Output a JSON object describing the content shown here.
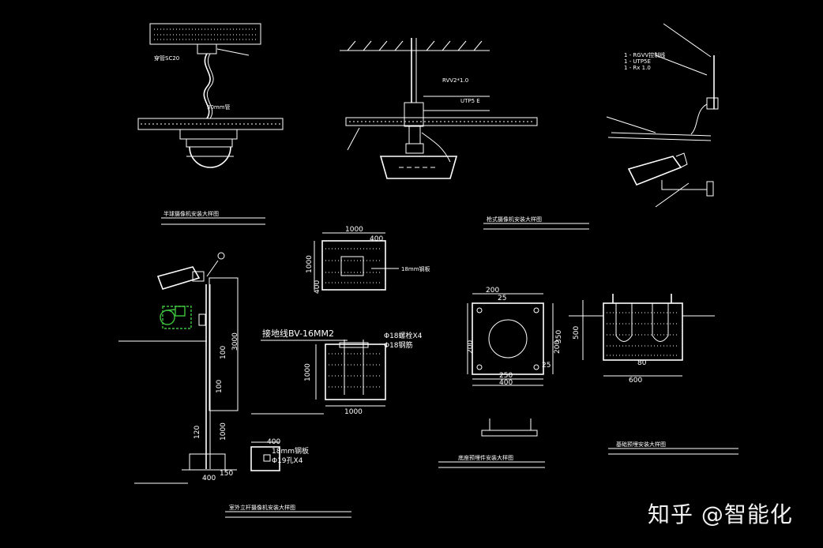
{
  "dims": {
    "d1000a": "1000",
    "d400a": "400",
    "d1000b": "1000",
    "d400b": "400",
    "d200a": "200",
    "d25a": "25",
    "d200b": "200",
    "d350": "350",
    "d25b": "25",
    "d250": "250",
    "d400c": "400",
    "d200c": "200",
    "d500": "500",
    "d80": "80",
    "d600": "600",
    "d3000": "3000",
    "d100a": "100",
    "d120": "120",
    "d1000c": "1000",
    "d150": "150",
    "d400d": "400",
    "d1000d": "1000",
    "d1000e": "1000",
    "d400e": "400",
    "d100b": "100"
  },
  "labels": {
    "sc20": "穿管SC20",
    "mm30": "30mm管",
    "rvv": "RVV2*1.0",
    "utp": "UTP5 E",
    "bv16": "接地线BV-16MM2",
    "bolt18": "Φ18螺栓X4",
    "rebar18": "Φ18钢筋",
    "plate18": "18mm钢板",
    "mm18": "18mm钢板",
    "hole19": "Φ19孔X4",
    "legend1": "1 - RGVV控制线",
    "legend2": "1 - UTP5E",
    "legend3": "1 - Rx 1.0"
  },
  "titles": {
    "t1": "半球摄像机安装大样图",
    "t2": "枪式摄像机安装大样图",
    "t3": "室外立杆摄像机安装大样图",
    "t4": "底座预埋件安装大样图",
    "t5": "基础预埋安装大样图"
  },
  "watermark": "知乎 @智能化"
}
